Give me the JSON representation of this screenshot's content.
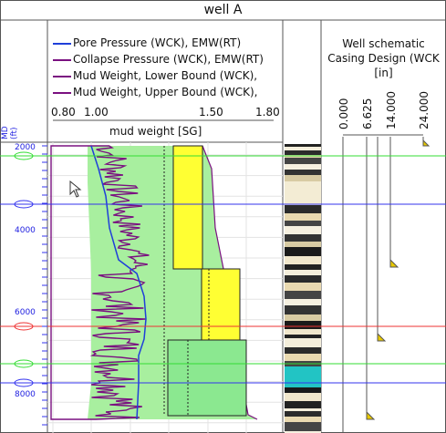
{
  "title": "well A",
  "legend": [
    {
      "label": "Pore Pressure (WCK), EMW(RT)",
      "color": "#1f3fd9"
    },
    {
      "label": "Collapse Pressure (WCK), EMW(RT)",
      "color": "#7a1080"
    },
    {
      "label": "Mud Weight, Lower Bound (WCK),",
      "color": "#7a1080"
    },
    {
      "label": "Mud Weight, Upper Bound (WCK),",
      "color": "#7a1080"
    }
  ],
  "mud_axis": {
    "label": "mud weight [SG]",
    "ticks": [
      "0.80",
      "1.00",
      "1.50",
      "1.80"
    ],
    "range": [
      0.8,
      1.8
    ]
  },
  "depth_axis": {
    "label": "MD (ft)",
    "ticks": [
      "2000",
      "4000",
      "6000",
      "8000"
    ],
    "range": [
      2000,
      8650
    ]
  },
  "well_schematic": {
    "title_line1": "Well schematic",
    "title_line2": "Casing Design (WCK",
    "title_line3": "[in]",
    "ticks": [
      "0.000",
      "6.625",
      "14.000",
      "24.000"
    ]
  },
  "colors": {
    "accent": "#7a1080",
    "pore": "#1f3fd9",
    "window": "#a8ef9f",
    "casing": "#ffff33",
    "marker_green": "#33dd33",
    "marker_red": "#ee3333",
    "marker_blue": "#3333ee"
  },
  "icons": {
    "cursor": "mouse-pointer-icon",
    "shoe": "casing-shoe-icon"
  }
}
